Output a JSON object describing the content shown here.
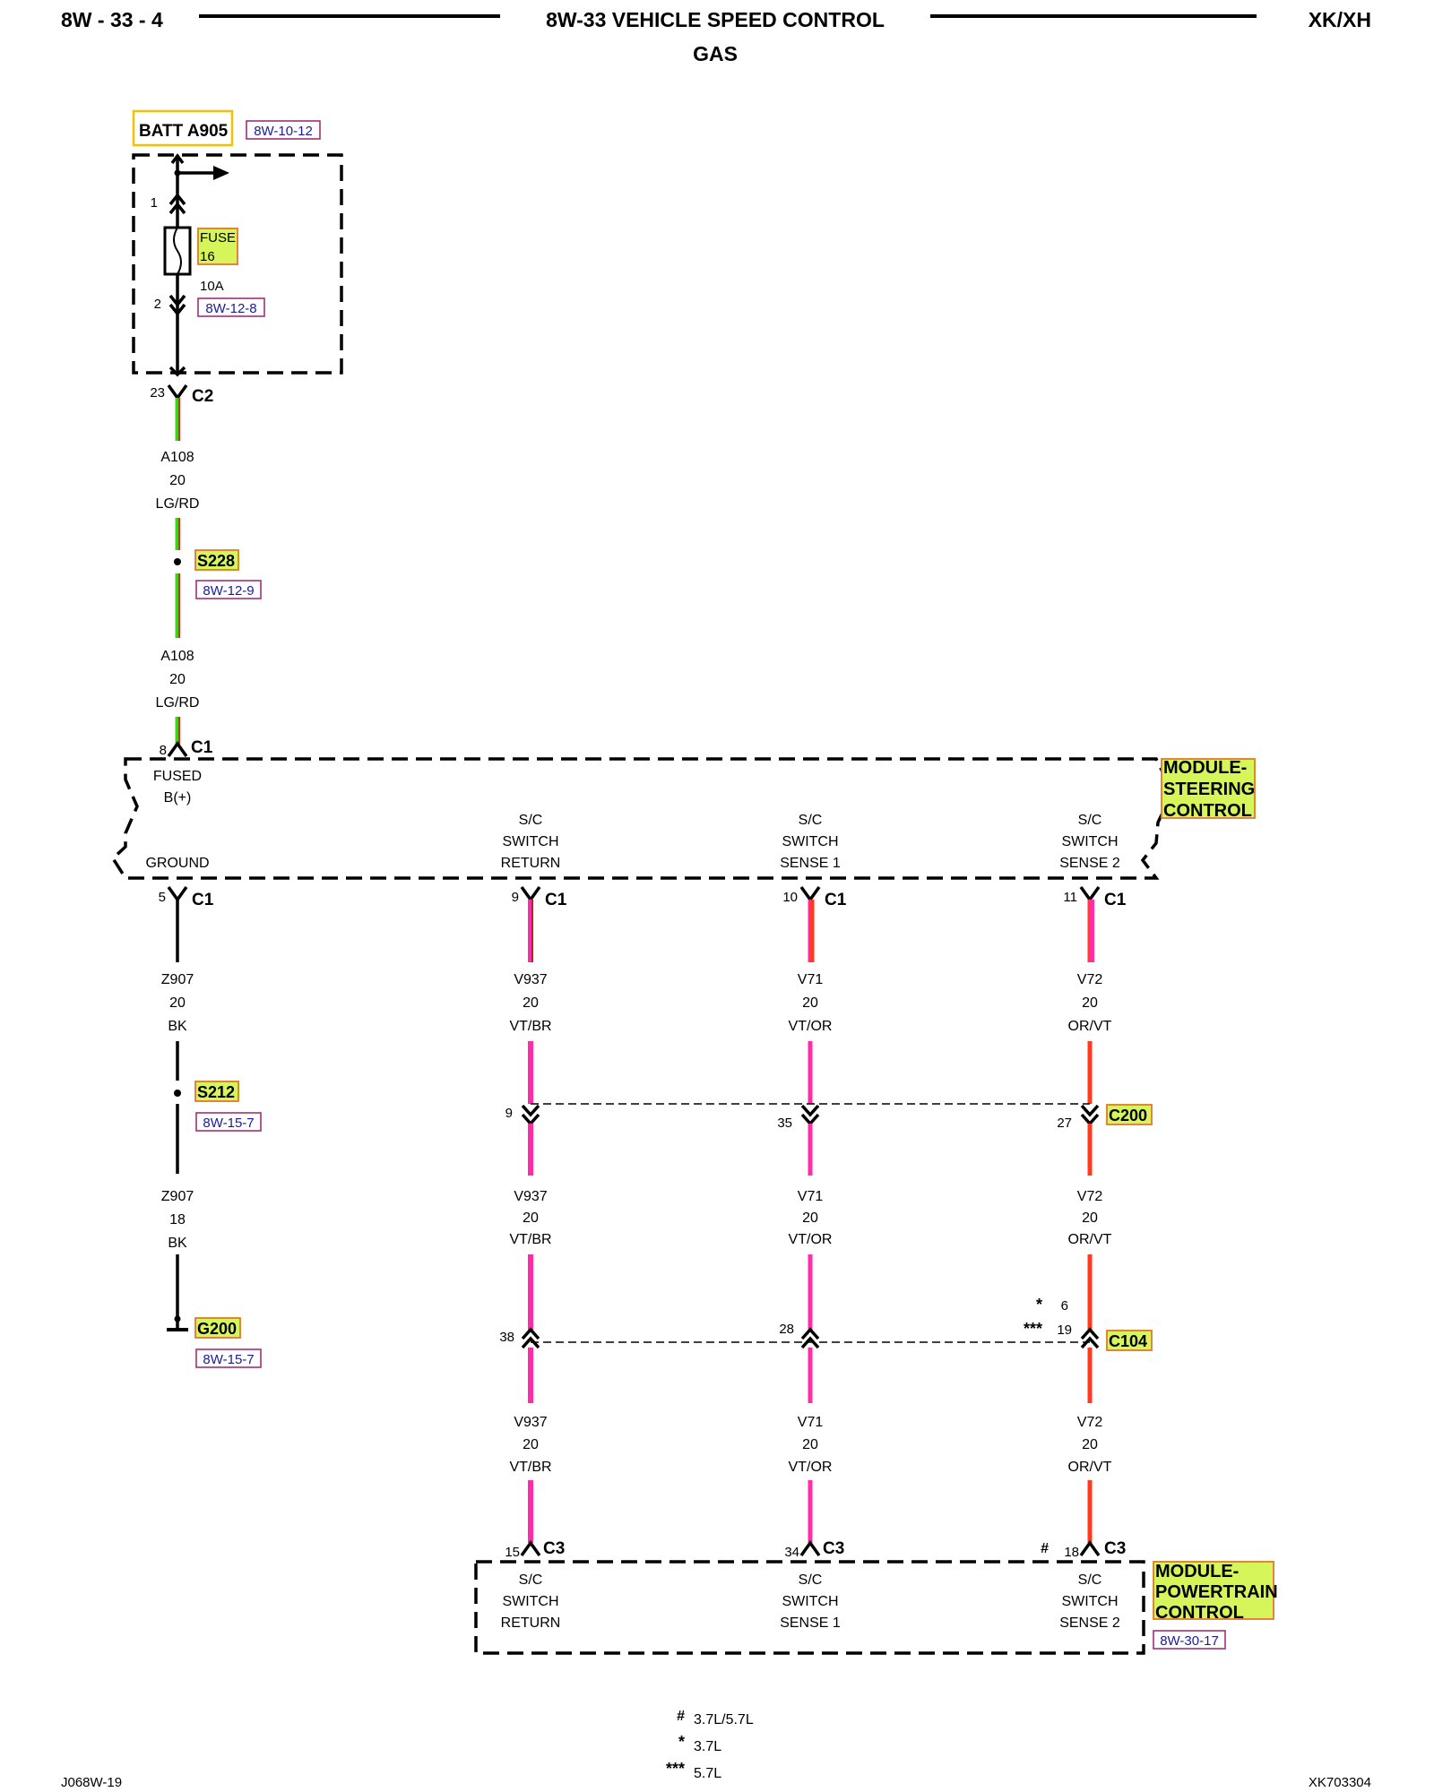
{
  "header": {
    "page_number": "8W - 33 - 4",
    "title": "8W-33 VEHICLE SPEED CONTROL",
    "subtitle": "GAS",
    "model": "XK/XH"
  },
  "batt": {
    "label": "BATT A905",
    "ref": "8W-10-12"
  },
  "fuse": {
    "name_line1": "FUSE",
    "name_line2": "16",
    "rating": "10A",
    "ref": "8W-12-8",
    "pin_top": "1",
    "pin_bottom": "2"
  },
  "c2": {
    "pin": "23",
    "label": "C2"
  },
  "wire_a108_upper": {
    "circuit": "A108",
    "gauge": "20",
    "color": "LG/RD"
  },
  "splice_s228": {
    "label": "S228",
    "ref": "8W-12-9"
  },
  "wire_a108_lower": {
    "circuit": "A108",
    "gauge": "20",
    "color": "LG/RD"
  },
  "scm": {
    "name_line1": "MODULE-",
    "name_line2": "STEERING",
    "name_line3": "CONTROL",
    "fused_pin": "8",
    "fused_conn": "C1",
    "fused_line1": "FUSED",
    "fused_line2": "B(+)",
    "ground_label": "GROUND",
    "pins": [
      {
        "pin": "5",
        "conn": "C1"
      },
      {
        "pin": "9",
        "conn": "C1"
      },
      {
        "pin": "10",
        "conn": "C1"
      },
      {
        "pin": "11",
        "conn": "C1"
      }
    ],
    "functions": [
      {
        "line1": "S/C",
        "line2": "SWITCH",
        "line3": "RETURN"
      },
      {
        "line1": "S/C",
        "line2": "SWITCH",
        "line3": "SENSE 1"
      },
      {
        "line1": "S/C",
        "line2": "SWITCH",
        "line3": "SENSE 2"
      }
    ]
  },
  "ground_wire_upper": {
    "circuit": "Z907",
    "gauge": "20",
    "color": "BK"
  },
  "splice_s212": {
    "label": "S212",
    "ref": "8W-15-7"
  },
  "ground_wire_lower": {
    "circuit": "Z907",
    "gauge": "18",
    "color": "BK"
  },
  "ground_g200": {
    "label": "G200",
    "ref": "8W-15-7"
  },
  "wires_seg1": [
    {
      "circuit": "V937",
      "gauge": "20",
      "color": "VT/BR"
    },
    {
      "circuit": "V71",
      "gauge": "20",
      "color": "VT/OR"
    },
    {
      "circuit": "V72",
      "gauge": "20",
      "color": "OR/VT"
    }
  ],
  "c200": {
    "label": "C200",
    "pins": [
      "9",
      "35",
      "27"
    ]
  },
  "wires_seg2": [
    {
      "circuit": "V937",
      "gauge": "20",
      "color": "VT/BR"
    },
    {
      "circuit": "V71",
      "gauge": "20",
      "color": "VT/OR"
    },
    {
      "circuit": "V72",
      "gauge": "20",
      "color": "OR/VT"
    }
  ],
  "c104": {
    "label": "C104",
    "pins": [
      "38",
      "28"
    ],
    "pin_alt_a": "6",
    "pin_alt_b": "19",
    "mark_a": "*",
    "mark_b": "***"
  },
  "wires_seg3": [
    {
      "circuit": "V937",
      "gauge": "20",
      "color": "VT/BR"
    },
    {
      "circuit": "V71",
      "gauge": "20",
      "color": "VT/OR"
    },
    {
      "circuit": "V72",
      "gauge": "20",
      "color": "OR/VT"
    }
  ],
  "pcm": {
    "name_line1": "MODULE-",
    "name_line2": "POWERTRAIN",
    "name_line3": "CONTROL",
    "ref": "8W-30-17",
    "pins": [
      {
        "pin": "15",
        "conn": "C3"
      },
      {
        "pin": "34",
        "conn": "C3"
      },
      {
        "pin": "18",
        "conn": "C3",
        "mark": "#"
      }
    ],
    "functions": [
      {
        "line1": "S/C",
        "line2": "SWITCH",
        "line3": "RETURN"
      },
      {
        "line1": "S/C",
        "line2": "SWITCH",
        "line3": "SENSE 1"
      },
      {
        "line1": "S/C",
        "line2": "SWITCH",
        "line3": "SENSE 2"
      }
    ]
  },
  "legend": [
    {
      "mark": "#",
      "text": "3.7L/5.7L"
    },
    {
      "mark": "*",
      "text": "3.7L"
    },
    {
      "mark": "***",
      "text": "5.7L"
    }
  ],
  "footer": {
    "left": "J068W-19",
    "right": "XK703304"
  },
  "colors": {
    "lg_rd": "#3fd01f",
    "vt": "#ff2ea8",
    "or": "#ff3a1e",
    "highlight": "#d6f55a"
  }
}
